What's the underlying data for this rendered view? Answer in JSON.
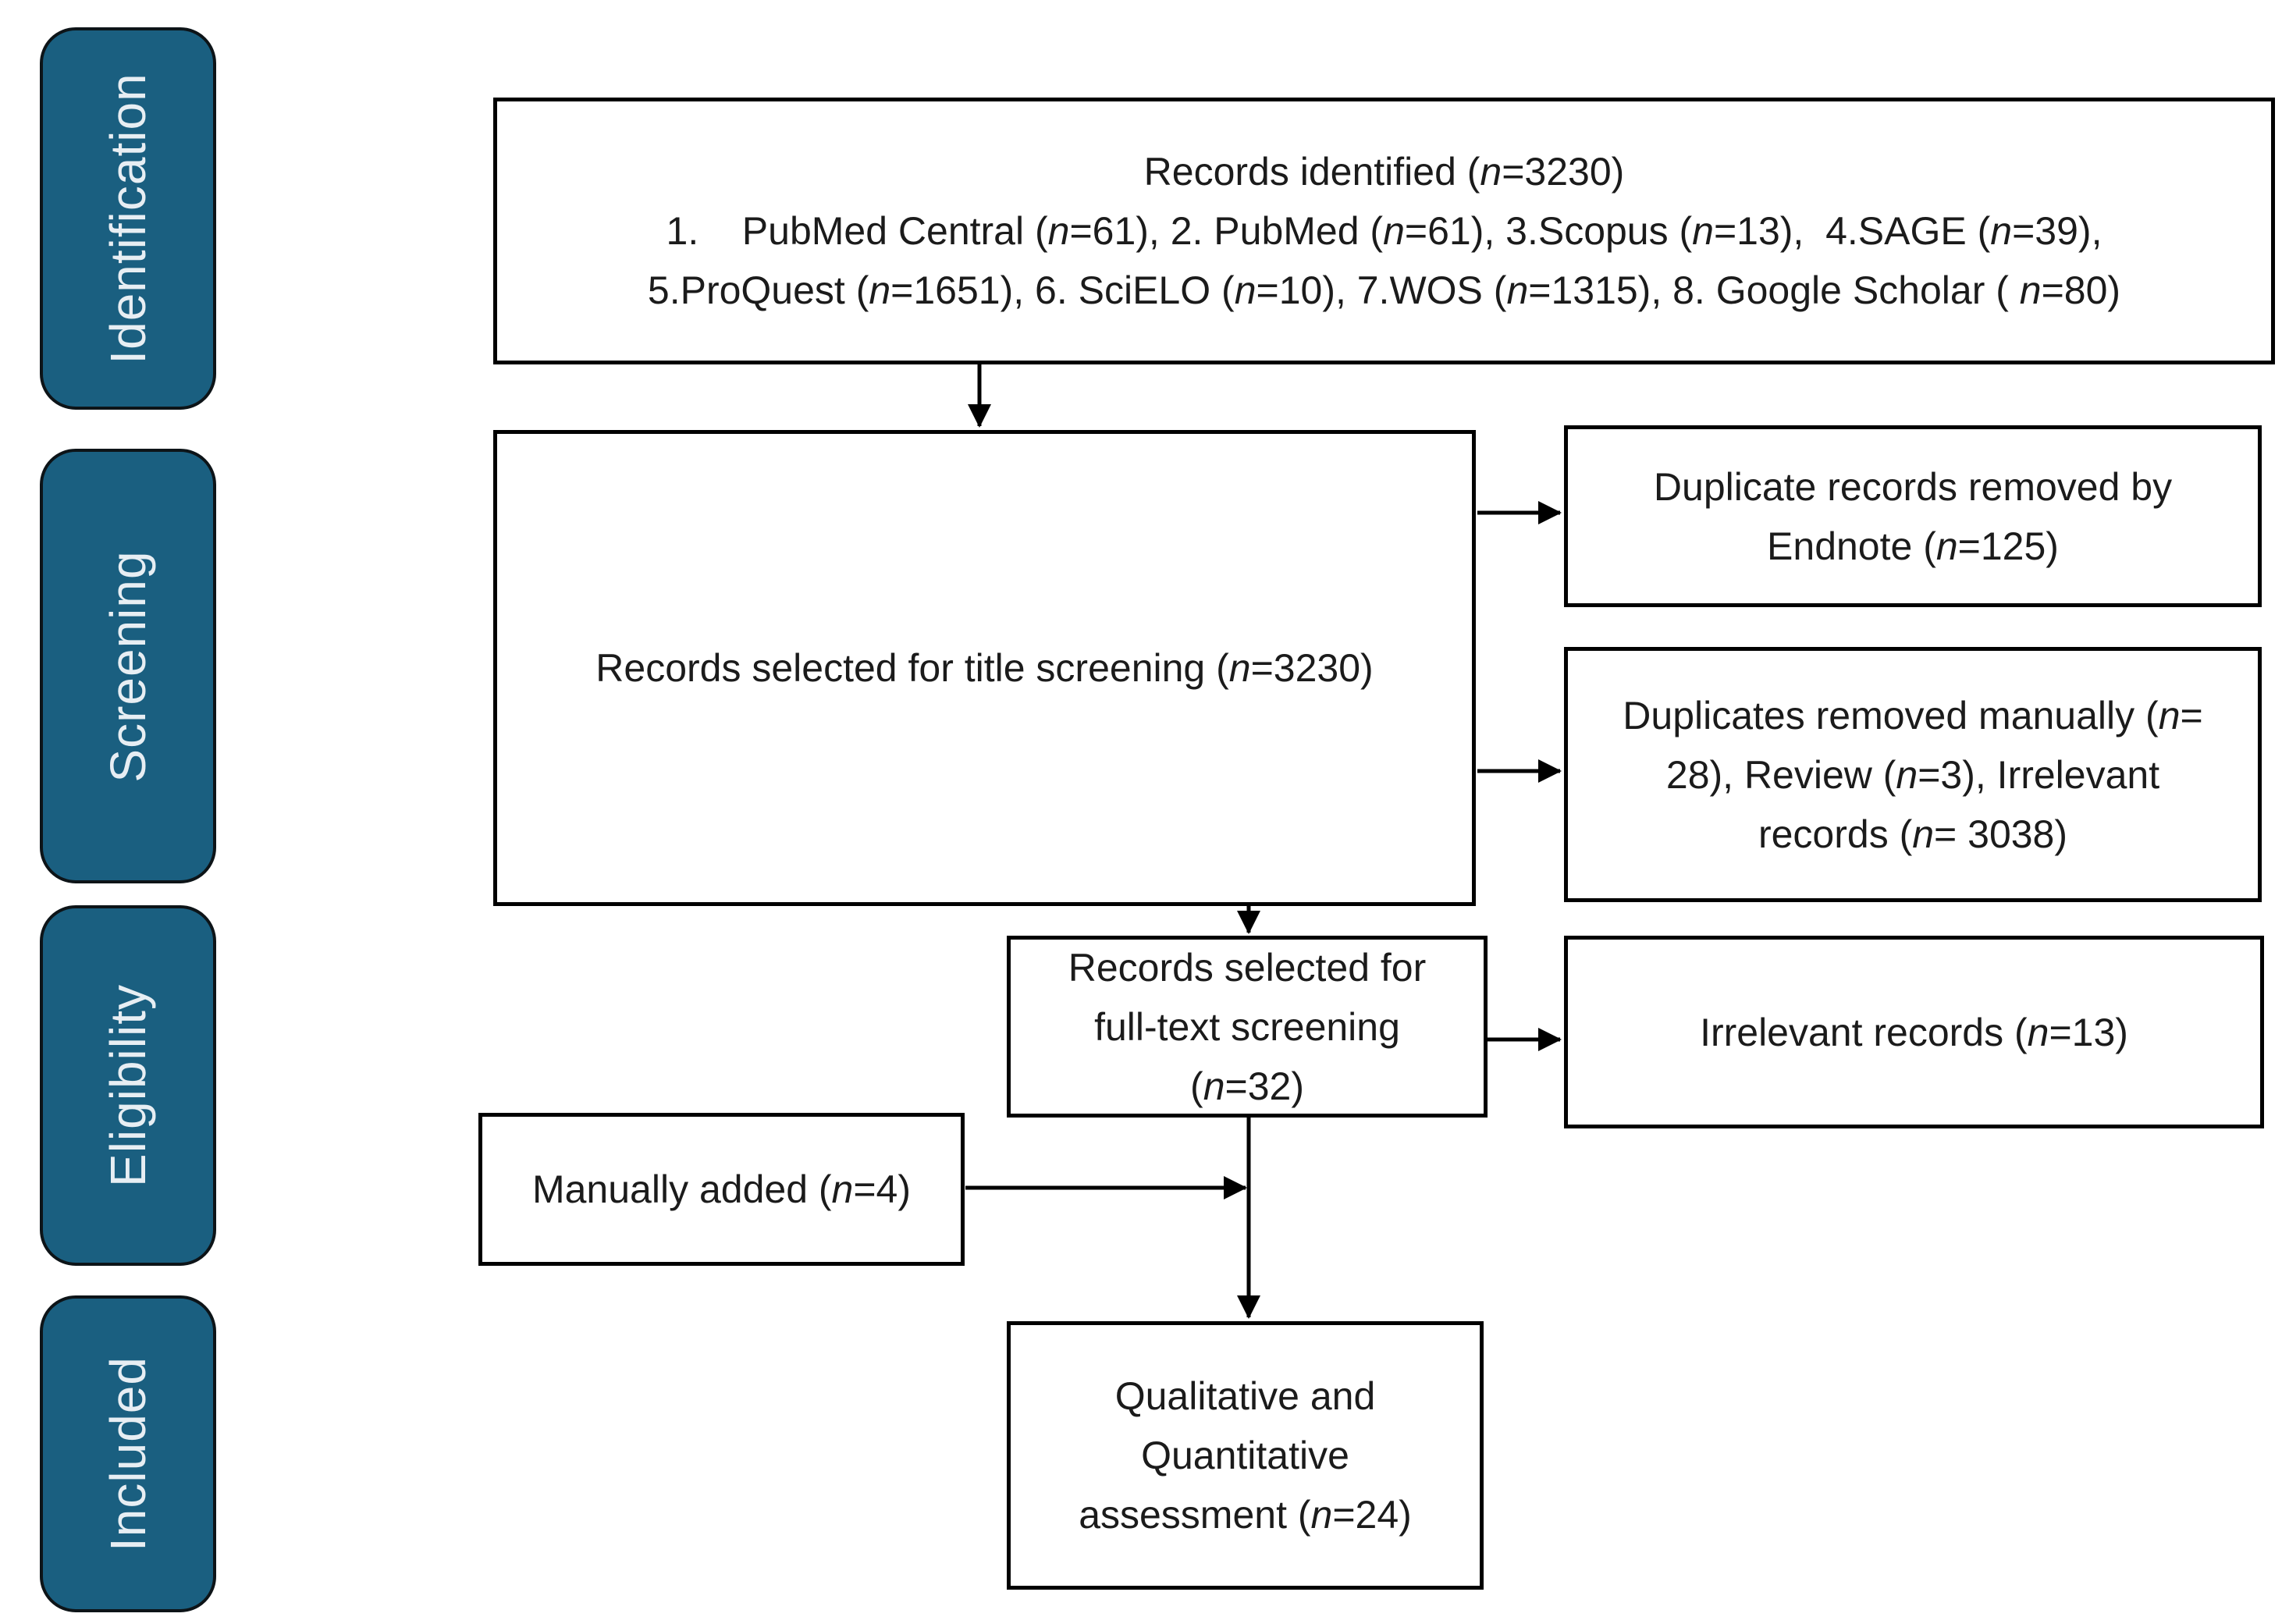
{
  "palette": {
    "background": "#ffffff",
    "stage_fill": "#1a5f80",
    "stage_text": "#e7eef3",
    "box_border": "#000000",
    "box_text": "#1b1b1b",
    "line_color": "#000000"
  },
  "sidebar": {
    "stages": [
      {
        "label": "Identification"
      },
      {
        "label": "Screening"
      },
      {
        "label": "Eligibility"
      },
      {
        "label": "Included"
      }
    ]
  },
  "flow": {
    "records_identified": {
      "title": "Records identified (*n*=3230)",
      "line1": "1.    PubMed Central (*n*=61), 2. PubMed (*n*=61), 3.Scopus (*n*=13),  4.SAGE (*n*=39),",
      "line2": "5.ProQuest (*n*=1651), 6. SciELO (*n*=10), 7.WOS (*n*=1315), 8. Google Scholar ( *n*=80)"
    },
    "title_screening": {
      "text": "Records selected for title screening (*n*=3230)"
    },
    "endnote_duplicates": {
      "lines": [
        "Duplicate records removed by",
        "Endnote (*n*=125)"
      ]
    },
    "manual_duplicates": {
      "lines": [
        "Duplicates removed manually (*n*=",
        "28), Review (*n*=3), Irrelevant",
        "records (*n*= 3038)"
      ]
    },
    "full_text": {
      "lines": [
        "Records selected for",
        "full-text screening",
        "(*n*=32)"
      ]
    },
    "irrelevant": {
      "text": "Irrelevant records (*n*=13)"
    },
    "manually_added": {
      "text": "Manually added (*n*=4)"
    },
    "assessment": {
      "lines": [
        "Qualitative and",
        "Quantitative",
        "assessment (*n*=24)"
      ]
    }
  }
}
